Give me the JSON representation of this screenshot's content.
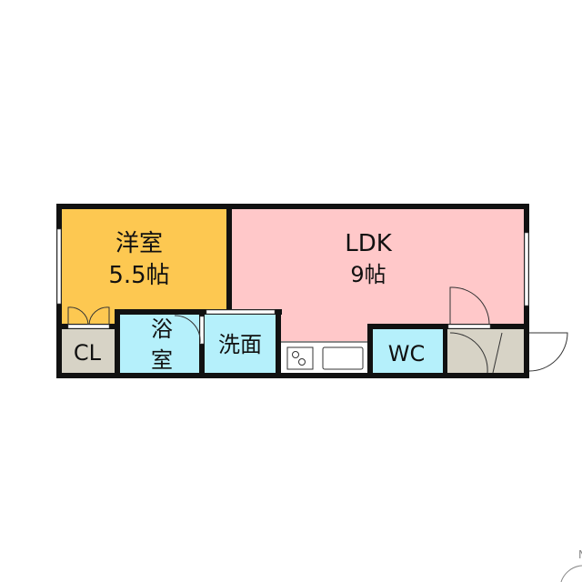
{
  "floorplan": {
    "rooms": {
      "western": {
        "name": "洋室",
        "size": "5.5帖"
      },
      "ldk": {
        "name": "LDK",
        "size": "9帖"
      },
      "closet": {
        "name": "CL"
      },
      "bath": {
        "name_line1": "浴",
        "name_line2": "室"
      },
      "washroom": {
        "name": "洗面"
      },
      "wc": {
        "name": "WC"
      }
    },
    "compass": {
      "label": "N"
    }
  },
  "colors": {
    "western": "#fdc851",
    "ldk": "#ffc8c9",
    "wet": "#b5f0fb",
    "storage": "#d7d3c6",
    "wall": "#111111"
  }
}
